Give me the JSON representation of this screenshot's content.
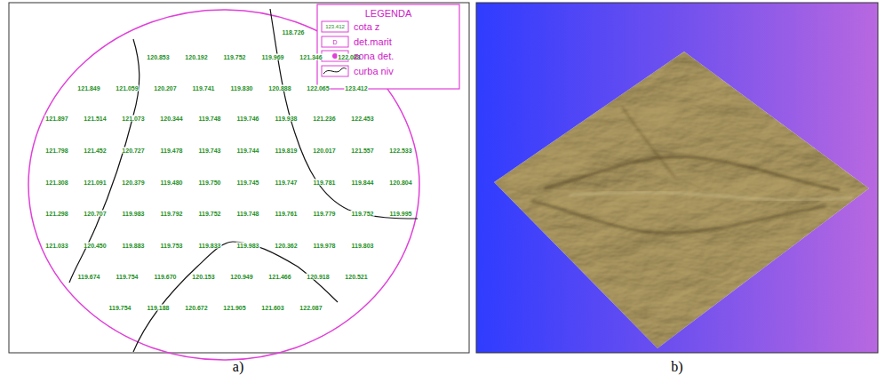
{
  "diagram": {
    "labels": [
      "118.726",
      "120.853",
      "120.192",
      "119.752",
      "119.969",
      "121.346",
      "122.088",
      "121.849",
      "121.059",
      "120.207",
      "119.741",
      "119.830",
      "120.888",
      "122.065",
      "123.412",
      "121.897",
      "121.514",
      "121.073",
      "120.344",
      "119.748",
      "119.746",
      "119.938",
      "121.236",
      "122.453",
      "121.798",
      "121.452",
      "120.727",
      "119.478",
      "119.743",
      "119.744",
      "119.819",
      "120.017",
      "121.557",
      "122.533",
      "121.308",
      "121.091",
      "120.379",
      "119.480",
      "119.750",
      "119.745",
      "119.747",
      "119.781",
      "119.844",
      "120.804",
      "121.298",
      "120.707",
      "119.983",
      "119.792",
      "119.752",
      "119.748",
      "119.761",
      "119.779",
      "119.752",
      "119.995",
      "121.033",
      "120.450",
      "119.883",
      "119.753",
      "119.833",
      "119.983",
      "120.362",
      "119.978",
      "119.803",
      "119.674",
      "119.754",
      "119.670",
      "120.153",
      "120.949",
      "121.466",
      "120.918",
      "120.521",
      "119.754",
      "119.188",
      "120.672",
      "121.905",
      "121.603",
      "122.087",
      "LEGENDA",
      "123.412",
      "D",
      "a)",
      "b)"
    ],
    "legend": [
      {
        "text": "cota z"
      },
      {
        "text": "det.marit"
      },
      {
        "text": "zona det."
      },
      {
        "text": "curba niv"
      }
    ]
  }
}
